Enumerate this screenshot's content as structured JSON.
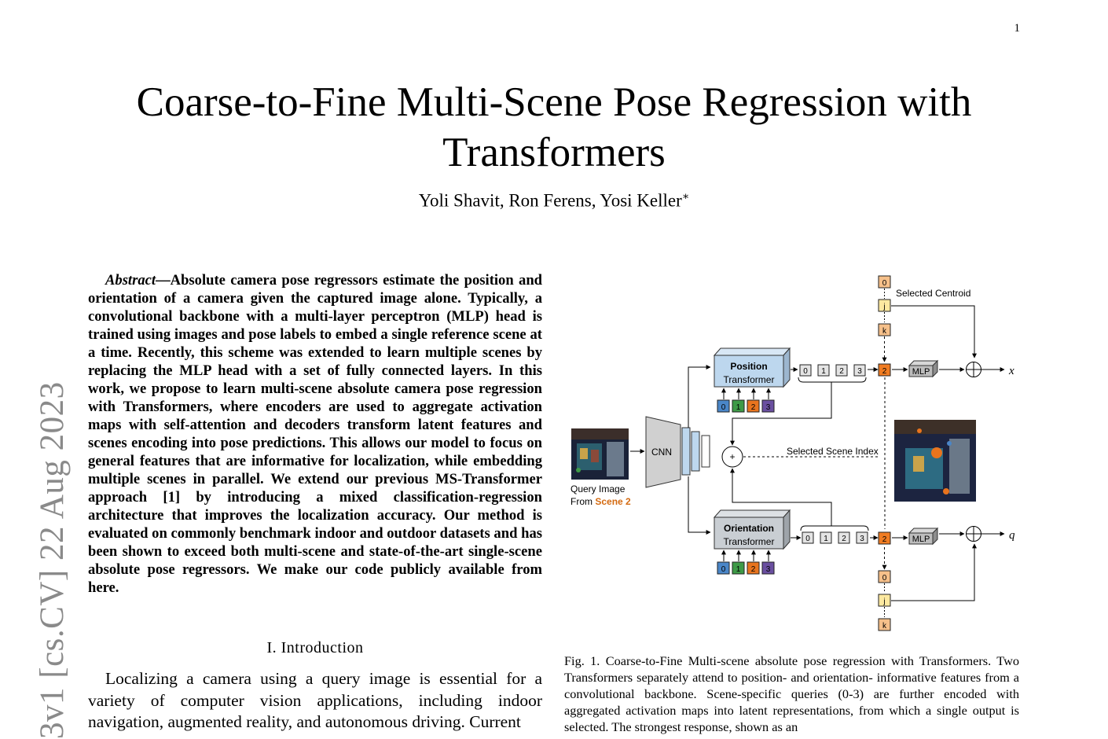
{
  "page_number": "1",
  "title": "Coarse-to-Fine Multi-Scene Pose Regression with Transformers",
  "authors": "Yoli Shavit, Ron Ferens, Yosi Keller",
  "author_mark": "∗",
  "arxiv_stamp": "3v1 [cs.CV] 22 Aug 2023",
  "abstract": {
    "label": "Abstract",
    "text": "—Absolute camera pose regressors estimate the position and orientation of a camera given the captured image alone. Typically, a convolutional backbone with a multi-layer perceptron (MLP) head is trained using images and pose labels to embed a single reference scene at a time. Recently, this scheme was extended to learn multiple scenes by replacing the MLP head with a set of fully connected layers. In this work, we propose to learn multi-scene absolute camera pose regression with Transformers, where encoders are used to aggregate activation maps with self-attention and decoders transform latent features and scenes encoding into pose predictions. This allows our model to focus on general features that are informative for localization, while embedding multiple scenes in parallel. We extend our previous MS-Transformer approach [1] by introducing a mixed classification-regression architecture that improves the localization accuracy. Our method is evaluated on commonly benchmark indoor and outdoor datasets and has been shown to exceed both multi-scene and state-of-the-art single-scene absolute pose regressors. We make our code publicly available from  here."
  },
  "section": {
    "heading": "I. Introduction"
  },
  "intro_text": "Localizing a camera using a query image is essential for a variety of computer vision applications, including indoor navigation, augmented reality, and autonomous driving. Current",
  "figure": {
    "query_label": "Query Image",
    "from_label": "From",
    "scene_label": "Scene 2",
    "cnn_label": "CNN",
    "position_line1": "Position",
    "position_line2": "Transformer",
    "orientation_line1": "Orientation",
    "orientation_line2": "Transformer",
    "selected_centroid": "Selected Centroid",
    "selected_scene_index": "Selected Scene Index",
    "mlp_label": "MLP",
    "output_x": "x",
    "output_q": "q",
    "query_ids": [
      "0",
      "1",
      "2",
      "3"
    ],
    "centroid_labels": [
      "0",
      "j",
      "k"
    ],
    "selected_id": "2",
    "plus_label": "+",
    "colors": {
      "q0": "#4a86c8",
      "q1": "#3e9a47",
      "q2": "#e8741e",
      "q3": "#6a4fa0",
      "transformer_front": "#bdd7ee",
      "transformer_orient": "#c9ced3",
      "centroid": "#f6c08a",
      "centroid_j": "#fde9a0",
      "selected": "#f07c22",
      "cnn": "#d0d0d0",
      "scene_orange": "#d46a11"
    },
    "caption": "Fig. 1.  Coarse-to-Fine Multi-scene absolute pose regression with Transformers. Two Transformers separately attend to position- and orientation- informative features from a convolutional backbone. Scene-specific queries (0-3) are further encoded with aggregated activation maps into latent representations, from which a single output is selected. The strongest response, shown as an"
  }
}
